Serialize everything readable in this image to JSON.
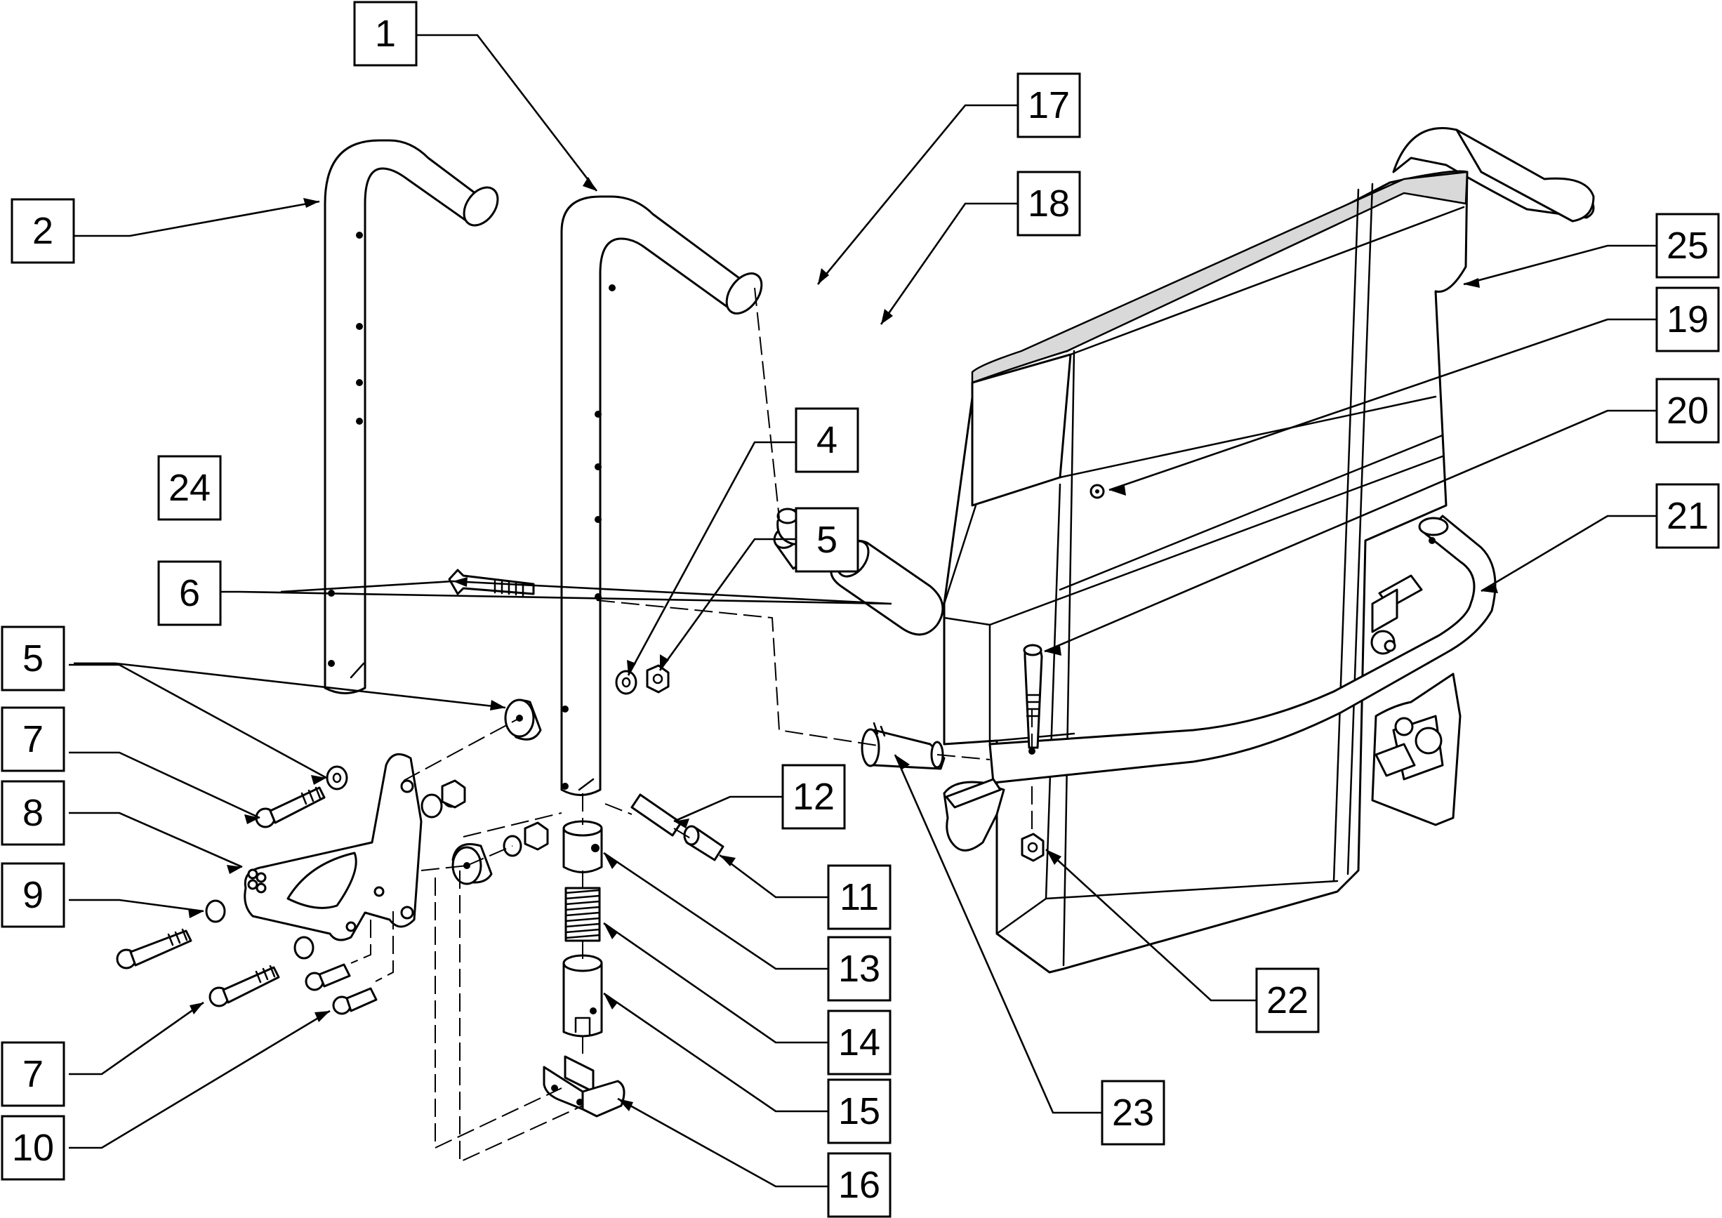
{
  "diagram": {
    "description_title": "",
    "callouts": [
      {
        "id": "c1",
        "label": "1"
      },
      {
        "id": "c2",
        "label": "2"
      },
      {
        "id": "c4",
        "label": "4"
      },
      {
        "id": "c5a",
        "label": "5"
      },
      {
        "id": "c5b",
        "label": "5"
      },
      {
        "id": "c6",
        "label": "6"
      },
      {
        "id": "c7a",
        "label": "7"
      },
      {
        "id": "c7b",
        "label": "7"
      },
      {
        "id": "c8",
        "label": "8"
      },
      {
        "id": "c9",
        "label": "9"
      },
      {
        "id": "c10",
        "label": "10"
      },
      {
        "id": "c11",
        "label": "11"
      },
      {
        "id": "c12",
        "label": "12"
      },
      {
        "id": "c13",
        "label": "13"
      },
      {
        "id": "c14",
        "label": "14"
      },
      {
        "id": "c15",
        "label": "15"
      },
      {
        "id": "c16",
        "label": "16"
      },
      {
        "id": "c17",
        "label": "17"
      },
      {
        "id": "c18",
        "label": "18"
      },
      {
        "id": "c19",
        "label": "19"
      },
      {
        "id": "c20",
        "label": "20"
      },
      {
        "id": "c21",
        "label": "21"
      },
      {
        "id": "c22",
        "label": "22"
      },
      {
        "id": "c23",
        "label": "23"
      },
      {
        "id": "c24",
        "label": "24"
      },
      {
        "id": "c25",
        "label": "25"
      }
    ]
  }
}
